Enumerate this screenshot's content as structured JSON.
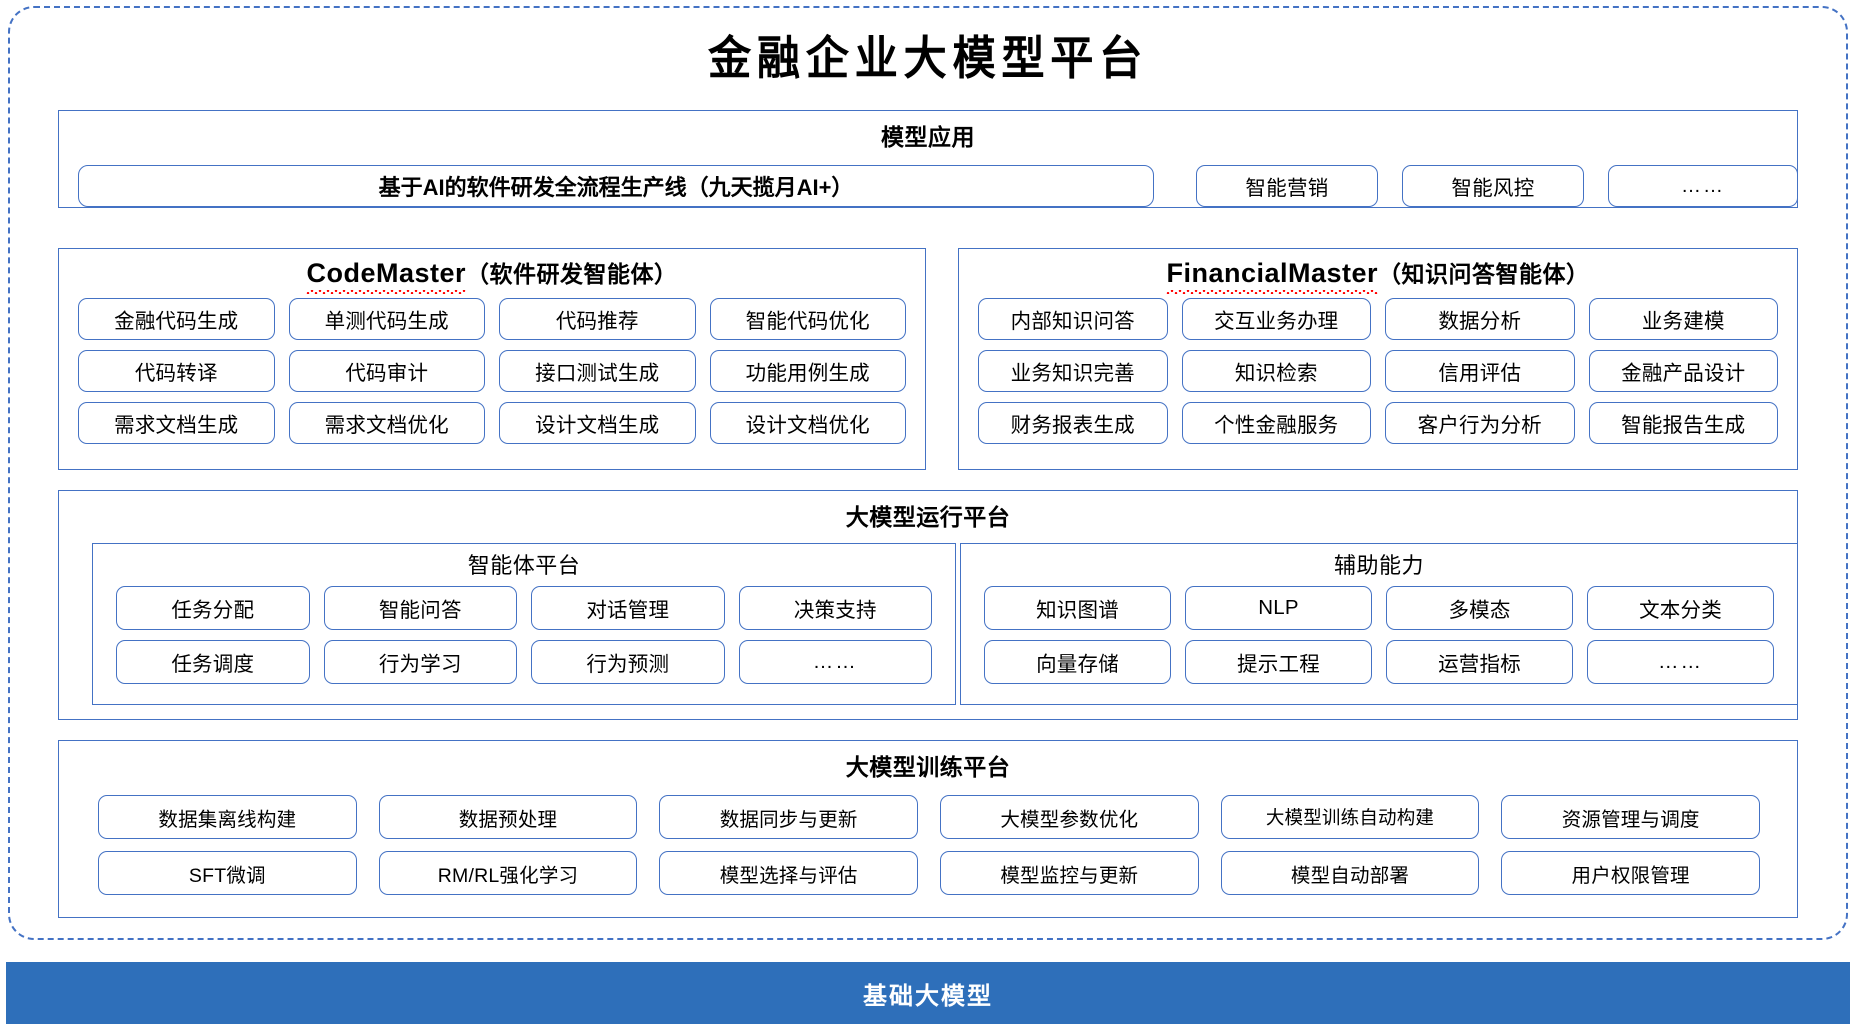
{
  "title": "金融企业大模型平台",
  "sections": {
    "model_application": {
      "title": "模型应用",
      "feature_line": "基于AI的软件研发全流程生产线（九天揽月AI+）",
      "items": [
        "智能营销",
        "智能风控",
        "……"
      ]
    },
    "code_master": {
      "title_en": "CodeMaster",
      "title_cn": "（软件研发智能体）",
      "items": [
        "金融代码生成",
        "单测代码生成",
        "代码推荐",
        "智能代码优化",
        "代码转译",
        "代码审计",
        "接口测试生成",
        "功能用例生成",
        "需求文档生成",
        "需求文档优化",
        "设计文档生成",
        "设计文档优化"
      ]
    },
    "financial_master": {
      "title_en": "FinancialMaster",
      "title_cn": "（知识问答智能体）",
      "items": [
        "内部知识问答",
        "交互业务办理",
        "数据分析",
        "业务建模",
        "业务知识完善",
        "知识检索",
        "信用评估",
        "金融产品设计",
        "财务报表生成",
        "个性金融服务",
        "客户行为分析",
        "智能报告生成"
      ]
    },
    "run_platform": {
      "title": "大模型运行平台",
      "agent_platform": {
        "title": "智能体平台",
        "items": [
          "任务分配",
          "智能问答",
          "对话管理",
          "决策支持",
          "任务调度",
          "行为学习",
          "行为预测",
          "……"
        ]
      },
      "support_ability": {
        "title": "辅助能力",
        "items": [
          "知识图谱",
          "NLP",
          "多模态",
          "文本分类",
          "向量存储",
          "提示工程",
          "运营指标",
          "……"
        ]
      }
    },
    "training_platform": {
      "title": "大模型训练平台",
      "items": [
        "数据集离线构建",
        "数据预处理",
        "数据同步与更新",
        "大模型参数优化",
        "大模型训练自动构建",
        "资源管理与调度",
        "SFT微调",
        "RM/RL强化学习",
        "模型选择与评估",
        "模型监控与更新",
        "模型自动部署",
        "用户权限管理"
      ]
    },
    "base_model": {
      "label": "基础大模型"
    }
  },
  "colors": {
    "accent_blue": "#4472c4",
    "base_bar": "#2e6fba",
    "spellcheck_red": "#ff0000"
  }
}
